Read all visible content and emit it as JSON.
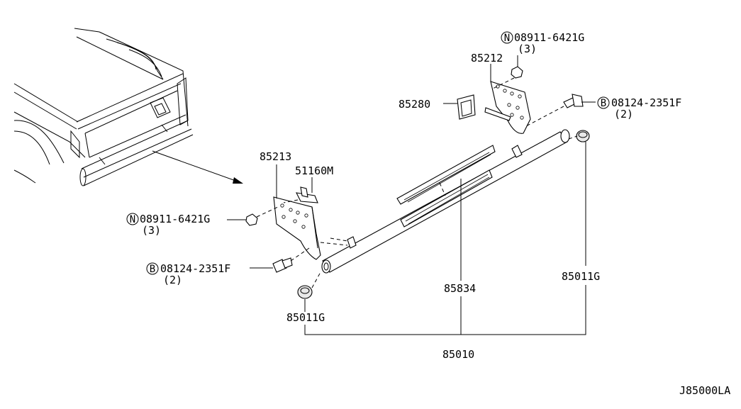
{
  "diagram_code": "J85000LA",
  "callouts": {
    "p85212": "85212",
    "p85280": "85280",
    "p85213": "85213",
    "p51160M": "51160M",
    "p85834": "85834",
    "p85010": "85010",
    "p85011G_left": "85011G",
    "p85011G_right": "85011G",
    "nut_right": {
      "prefix": "N",
      "code": "08911-6421G",
      "qty": "(3)"
    },
    "bolt_right": {
      "prefix": "B",
      "code": "08124-2351F",
      "qty": "(2)"
    },
    "nut_left": {
      "prefix": "N",
      "code": "08911-6421G",
      "qty": "(3)"
    },
    "bolt_left": {
      "prefix": "B",
      "code": "08124-2351F",
      "qty": "(2)"
    }
  }
}
